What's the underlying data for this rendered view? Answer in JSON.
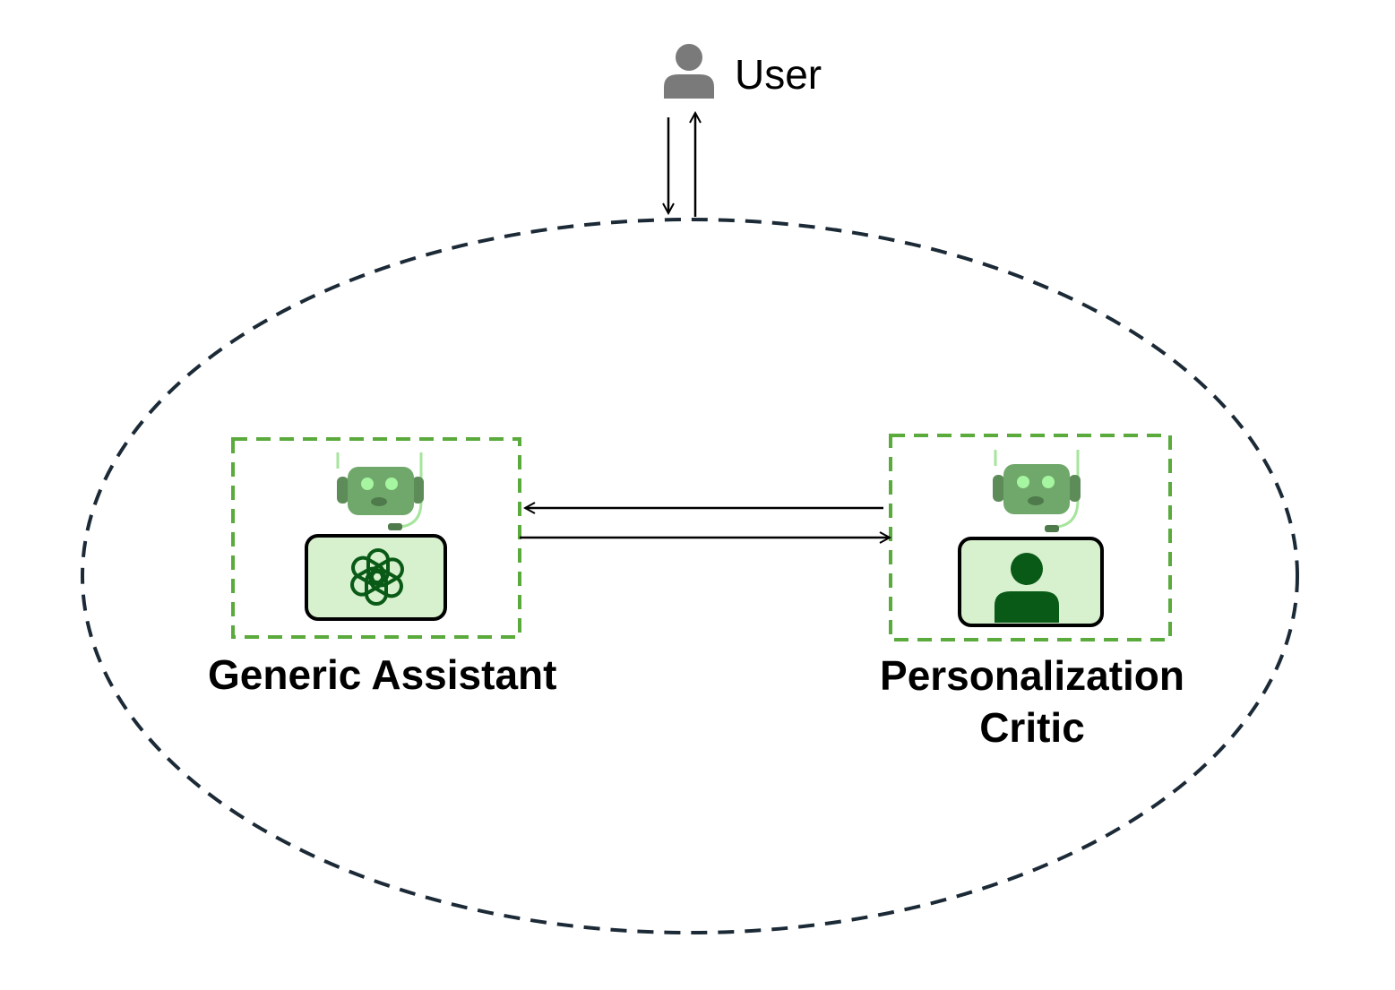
{
  "user": {
    "label": "User",
    "icon": "user-icon"
  },
  "agents": [
    {
      "id": "generic",
      "label": "Generic Assistant",
      "icons": [
        "robot-icon",
        "openai-logo-icon"
      ]
    },
    {
      "id": "critic",
      "label_lines": [
        "Personalization",
        "Critic"
      ],
      "icons": [
        "robot-icon",
        "person-icon"
      ]
    }
  ],
  "colors": {
    "ellipse_stroke": "#1b2a36",
    "box_stroke": "#5aaa3c",
    "screen_fill": "#d7f1ce",
    "robot_body": "#6fa86a",
    "robot_eye": "#a6f5a0",
    "dark_green": "#0a5a17",
    "user_gray": "#7a7a7a",
    "arrow": "#000000"
  }
}
